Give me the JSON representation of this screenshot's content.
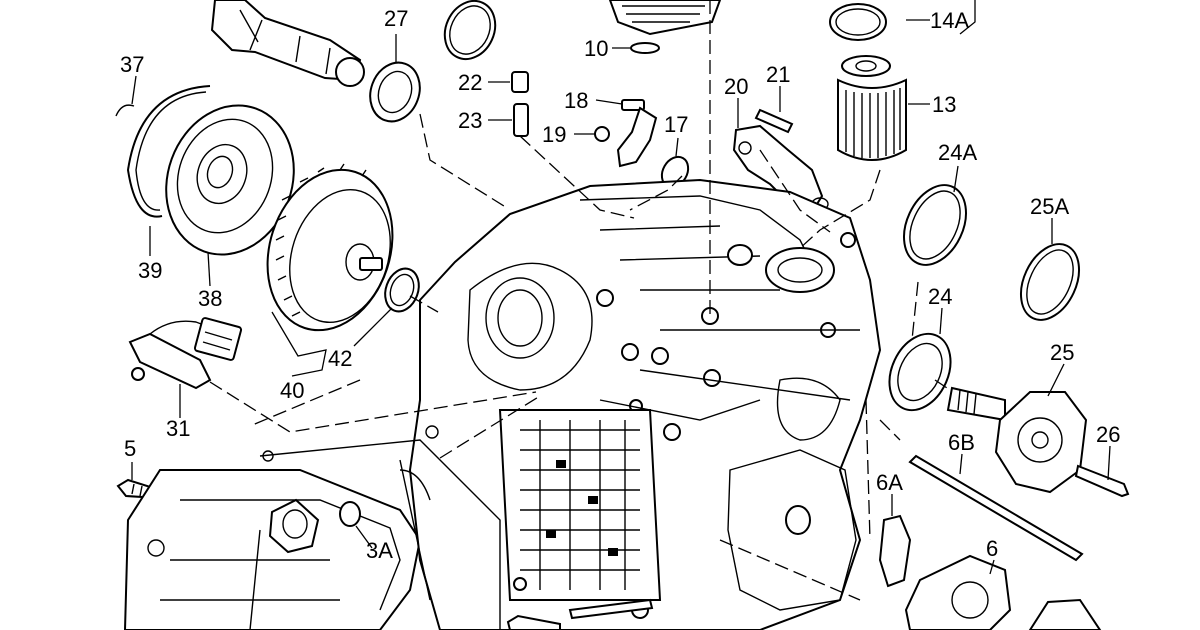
{
  "diagram": {
    "type": "exploded-parts-diagram",
    "callouts": {
      "c37": "37",
      "c39": "39",
      "c38": "38",
      "c40": "40",
      "c42": "42",
      "c31": "31",
      "c5": "5",
      "c3a": "3A",
      "c27": "27",
      "c10": "10",
      "c22": "22",
      "c23": "23",
      "c18": "18",
      "c19": "19",
      "c17": "17",
      "c20": "20",
      "c21": "21",
      "c14a": "14A",
      "c13": "13",
      "c24a": "24A",
      "c25a": "25A",
      "c24": "24",
      "c25": "25",
      "c26": "26",
      "c6b": "6B",
      "c6a": "6A",
      "c6": "6"
    }
  }
}
